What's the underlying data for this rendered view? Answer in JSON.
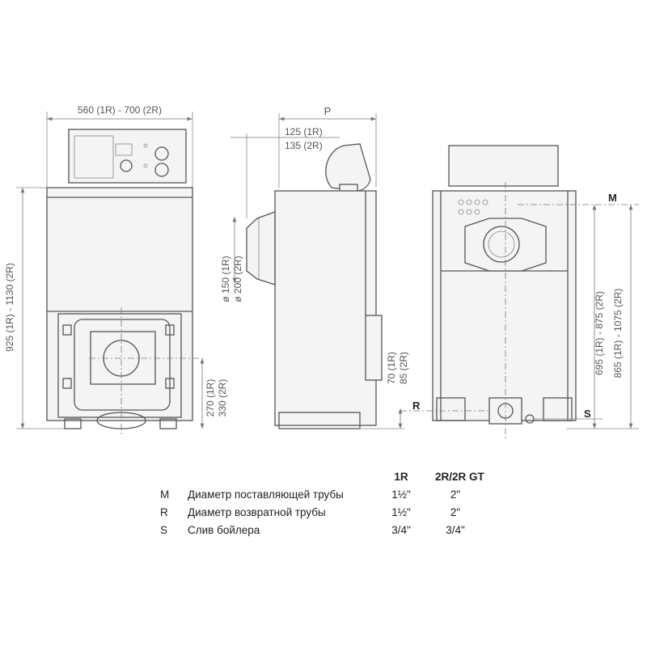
{
  "front_view": {
    "width_dim": "560 (1R) - 700 (2R)",
    "height_dim": "925 (1R) - 1130 (2R)",
    "outlet_dim_1": "270 (1R)",
    "outlet_dim_2": "330 (2R)"
  },
  "side_view": {
    "depth_dim": "P",
    "offset_dim_1": "125 (1R)",
    "offset_dim_2": "135 (2R)",
    "flue_dim_1": "ø 150 (1R)",
    "flue_dim_2": "ø 200 (2R)",
    "return_dim_1": "70 (1R)",
    "return_dim_2": "85 (2R)",
    "label_r": "R"
  },
  "rear_view": {
    "label_m": "M",
    "label_s": "S",
    "supply_dim": "695 (1R) - 875 (2R)",
    "total_dim": "865 (1R) - 1075 (2R)"
  },
  "table": {
    "headers": [
      "1R",
      "2R/2R GT"
    ],
    "rows": [
      {
        "letter": "M",
        "desc": "Диаметр поставляющей трубы",
        "v1": "1½\"",
        "v2": "2\""
      },
      {
        "letter": "R",
        "desc": "Диаметр возвратной трубы",
        "v1": "1½\"",
        "v2": "2\""
      },
      {
        "letter": "S",
        "desc": "Слив бойлера",
        "v1": "3/4\"",
        "v2": "3/4\""
      }
    ]
  }
}
